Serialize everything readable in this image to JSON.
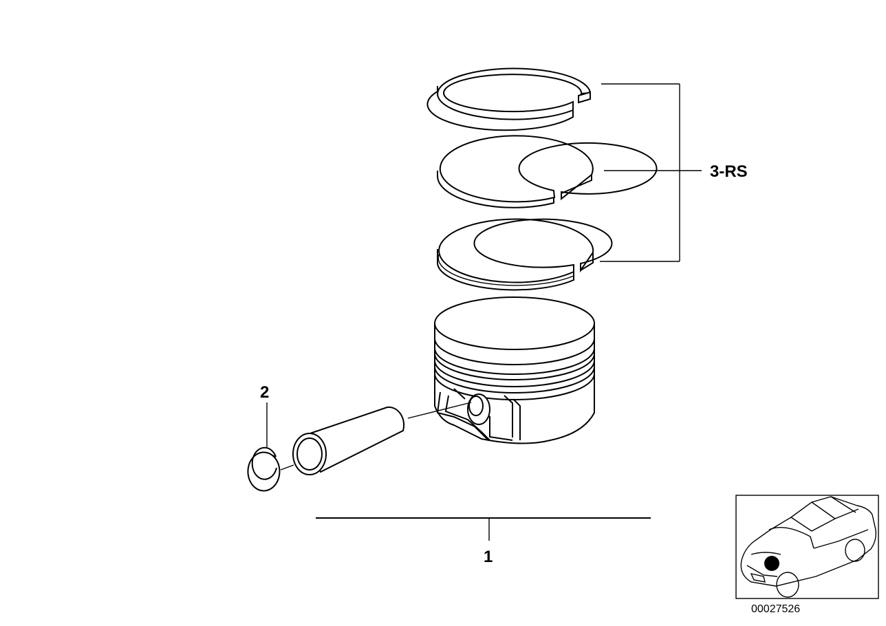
{
  "callouts": {
    "piston": "1",
    "circlip": "2",
    "ring_set": "3-RS"
  },
  "reference_number": "00027526",
  "locator": {
    "marker_color": "#000000"
  }
}
